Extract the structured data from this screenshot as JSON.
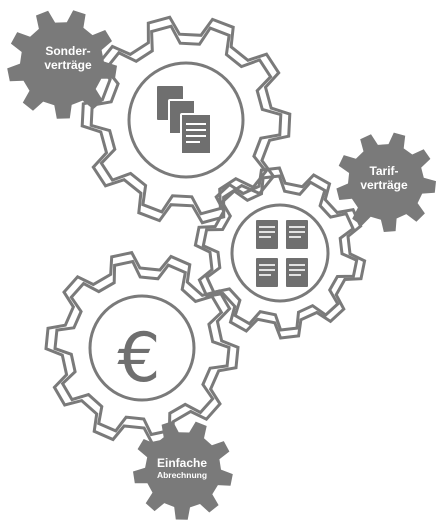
{
  "labels": {
    "sonder_line1": "Sonder-",
    "sonder_line2": "verträge",
    "tarif_line1": "Tarif-",
    "tarif_line2": "verträge",
    "einfache_line1": "Einfache",
    "einfache_line2": "Abrechnung"
  },
  "icons": {
    "documents_stack": "documents-icon",
    "document_grid": "document-grid-icon",
    "euro_symbol": "€"
  },
  "colors": {
    "gear_outline": "#7a7a7a",
    "gear_fill": "#7a7a7a",
    "icon": "#6f6f6f",
    "background": "#ffffff"
  }
}
